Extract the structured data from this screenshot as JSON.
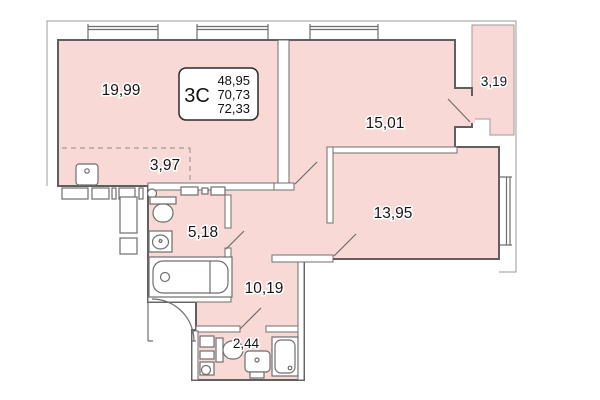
{
  "plan": {
    "title": "apartment-floor-plan",
    "unit_card": {
      "type_label": "3С",
      "area_living": "48,95",
      "area_usable": "70,73",
      "area_total": "72,33"
    },
    "rooms": [
      {
        "id": "living-room",
        "label": "19,99"
      },
      {
        "id": "kitchen-zone",
        "label": "3,97"
      },
      {
        "id": "bedroom-right",
        "label": "15,01"
      },
      {
        "id": "balcony",
        "label": "3,19"
      },
      {
        "id": "bedroom-lower",
        "label": "13,95"
      },
      {
        "id": "bathroom",
        "label": "5,18"
      },
      {
        "id": "hallway",
        "label": "10,19"
      },
      {
        "id": "wc",
        "label": "2,44"
      }
    ],
    "fixtures": [
      "stove",
      "kitchen-counter",
      "kitchen-sink",
      "toilet",
      "washbasin",
      "bathtub",
      "shower-cabin",
      "pedestal-sink",
      "shelving"
    ],
    "colors": {
      "room_fill": "#f9d9d6",
      "wall": "#5f5f5f",
      "thin_outline": "#9a9a9a",
      "text": "#151515",
      "background": "#ffffff"
    }
  }
}
